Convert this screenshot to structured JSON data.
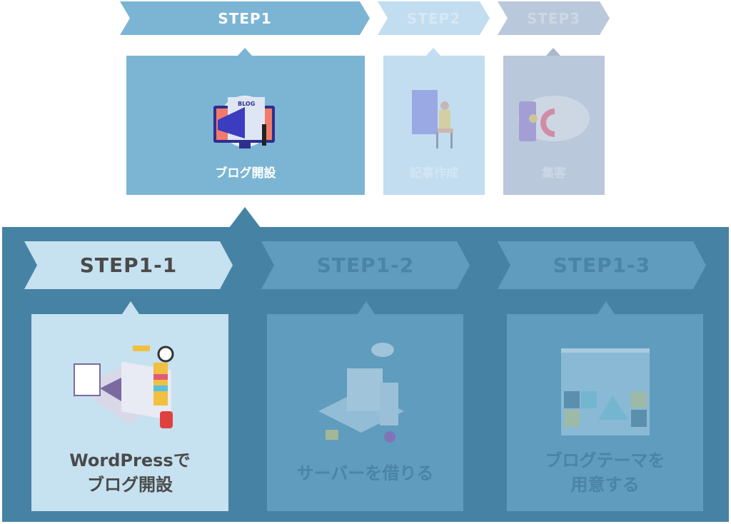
{
  "steps": [
    {
      "label": "STEP1",
      "title": "ブログ開設",
      "active": true
    },
    {
      "label": "STEP2",
      "title": "記事作成",
      "active": false
    },
    {
      "label": "STEP3",
      "title": "集客",
      "active": false
    }
  ],
  "substeps": [
    {
      "label": "STEP1-1",
      "title_line1": "WordPressで",
      "title_line2": "ブログ開設",
      "active": true
    },
    {
      "label": "STEP1-2",
      "title_line1": "サーバーを借りる",
      "title_line2": "",
      "active": false
    },
    {
      "label": "STEP1-3",
      "title_line1": "ブログテーマを",
      "title_line2": "用意する",
      "active": false
    }
  ],
  "colors": {
    "step1": "#7cb5d4",
    "step2": "#c2ddf0",
    "step3": "#b9c8da",
    "panel": "#4682a3",
    "sub_active": "#c6e1ef",
    "sub_inactive": "#5f9cbe"
  }
}
